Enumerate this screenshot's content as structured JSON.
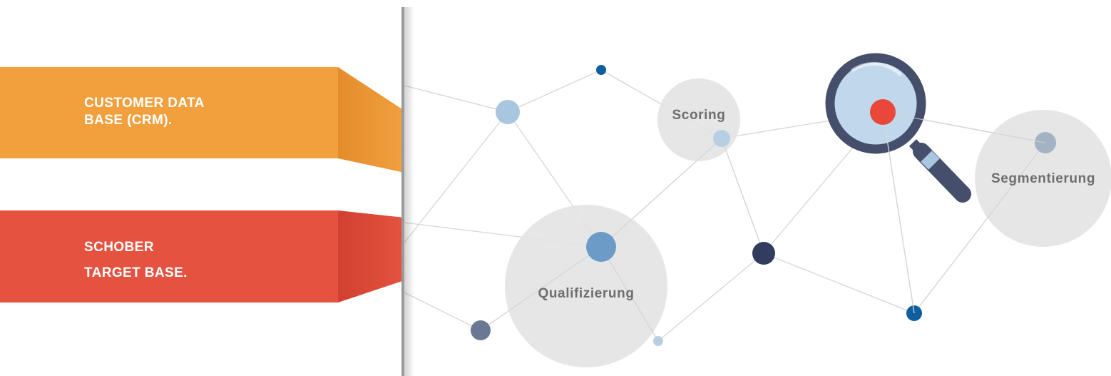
{
  "banners": [
    {
      "name": "customer-data-base",
      "color": "#f2a03d",
      "lines": [
        "CUSTOMER DATA",
        "BASE (CRM)."
      ]
    },
    {
      "name": "schober-target-base",
      "color": "#e55340",
      "lines": [
        "SCHOBER",
        "TARGET BASE."
      ]
    }
  ],
  "bubbles": [
    {
      "name": "scoring",
      "label": "Scoring"
    },
    {
      "name": "qualifizierung",
      "label": "Qualifizierung"
    },
    {
      "name": "segmentierung",
      "label": "Segmentierung"
    }
  ],
  "colors": {
    "bubble": "#e3e3e3",
    "edge": "#d6d6d6",
    "node_light": "#a9c6e0",
    "node_mid": "#6d9bc8",
    "node_blue": "#0d5fa0",
    "node_navy": "#323c5e",
    "node_slate": "#6a7893",
    "node_grey": "#a3b3c4",
    "lens_ring": "#454f6b",
    "lens_glass": "#bcd5ea",
    "center_node": "#e8473a"
  },
  "magnifier_icon": "magnifying-glass-icon"
}
